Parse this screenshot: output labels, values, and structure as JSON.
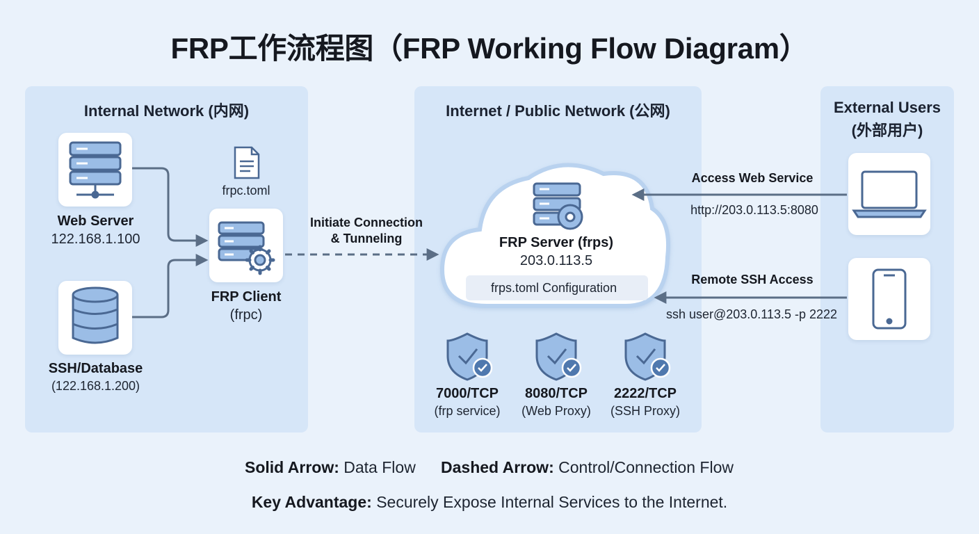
{
  "title": "FRP工作流程图（FRP Working Flow Diagram）",
  "internal": {
    "title": "Internal Network (内网)",
    "config_file": "frpc.toml",
    "web_server": {
      "name": "Web Server",
      "ip": "122.168.1.100"
    },
    "database": {
      "name": "SSH/Database",
      "ip": "(122.168.1.200)"
    },
    "client": {
      "name": "FRP Client",
      "sub": "(frpc)"
    }
  },
  "connection": {
    "line1": "Initiate Connection",
    "line2": "& Tunneling"
  },
  "public": {
    "title": "Internet / Public Network (公网)",
    "server": {
      "name": "FRP Server (frps)",
      "ip": "203.0.113.5"
    },
    "config": "frps.toml Configuration",
    "ports": [
      {
        "port": "7000/TCP",
        "desc": "(frp service)"
      },
      {
        "port": "8080/TCP",
        "desc": "(Web Proxy)"
      },
      {
        "port": "2222/TCP",
        "desc": "(SSH Proxy)"
      }
    ]
  },
  "external": {
    "title_line1": "External Users",
    "title_line2": "(外部用户)",
    "web_access": {
      "label": "Access Web Service",
      "url": "http://203.0.113.5:8080"
    },
    "ssh_access": {
      "label": "Remote SSH Access",
      "cmd": "ssh user@203.0.113.5 -p 2222"
    }
  },
  "legend": {
    "solid_key": "Solid Arrow:",
    "solid_val": "Data Flow",
    "dashed_key": "Dashed Arrow:",
    "dashed_val": "Control/Connection Flow",
    "adv_key": "Key Advantage:",
    "adv_val": "Securely Expose Internal Services to the Internet."
  },
  "colors": {
    "panel": "#d6e6f8",
    "icon_fill": "#9bbde6",
    "icon_stroke": "#4a6893",
    "arrow": "#5b6e86",
    "shield": "#5f89c4"
  }
}
